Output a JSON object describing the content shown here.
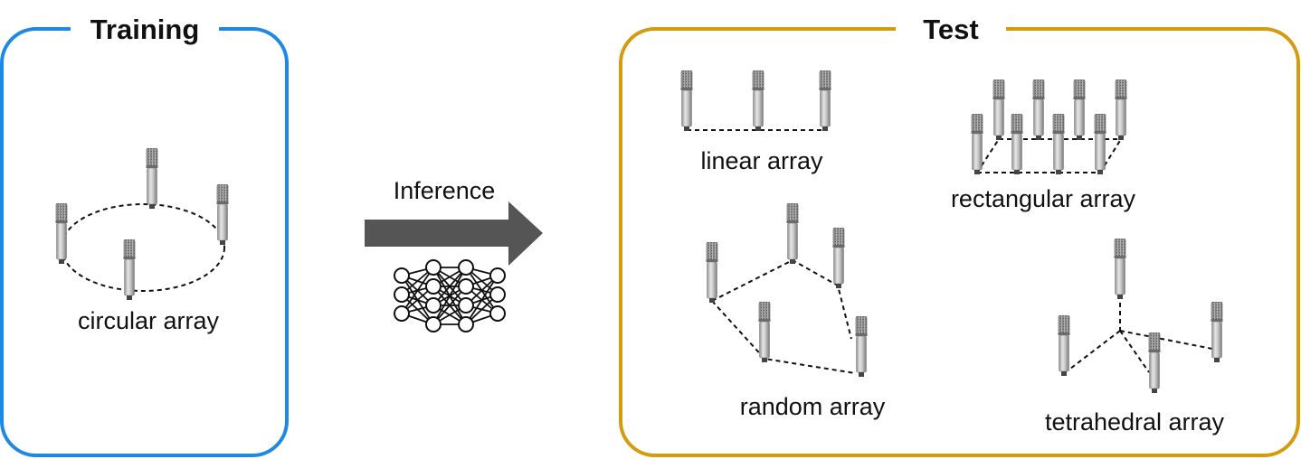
{
  "training": {
    "title": "Training",
    "caption": "circular array",
    "border_color": "#1e88e5"
  },
  "test": {
    "title": "Test",
    "border_color": "#d49b0f",
    "captions": {
      "linear": "linear array",
      "rectangular": "rectangular array",
      "random": "random array",
      "tetrahedral": "tetrahedral array"
    }
  },
  "inference": {
    "label": "Inference",
    "arrow_color": "#555555"
  },
  "icons": {
    "microphone": "microphone-icon",
    "network": "neural-network-icon"
  }
}
